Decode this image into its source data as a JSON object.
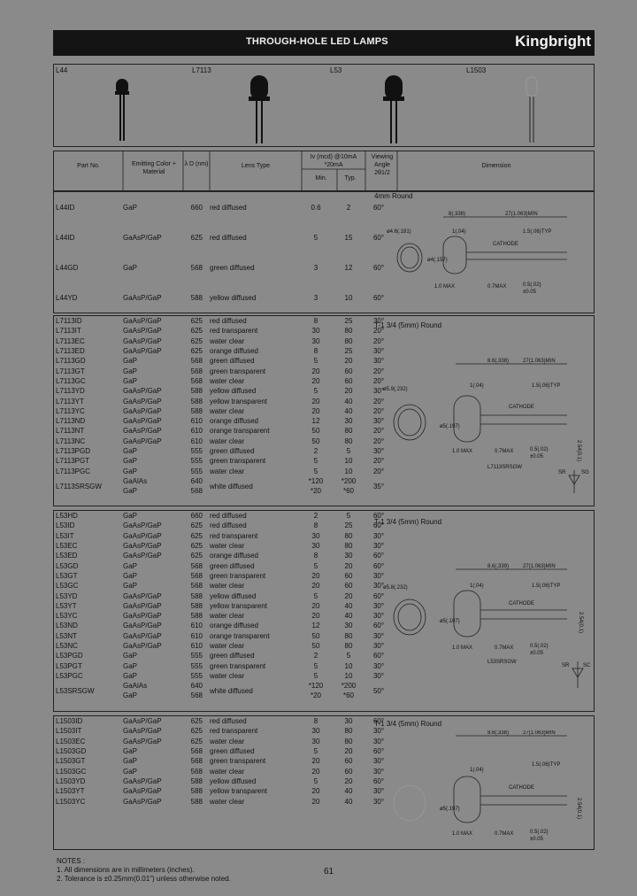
{
  "header": {
    "title": "THROUGH-HOLE LED LAMPS",
    "brand": "Kingbright"
  },
  "lamps": [
    "L44",
    "L7113",
    "L53",
    "L1503"
  ],
  "columns": {
    "part_no": "Part No.",
    "emitting": "Emitting Color + Material",
    "wavelength": "λ D (nm)",
    "lens": "Lens Type",
    "iv": "Iv (mcd) @10mA *20mA",
    "min": "Min.",
    "typ": "Typ.",
    "angle": "Viewing Angle 2θ1/2",
    "dimension": "Dimension"
  },
  "sections": [
    {
      "round": "4mm Round",
      "rows": [
        {
          "pn": "L44ID",
          "mat": "GaP",
          "wl": "660",
          "lens": "red diffused",
          "min": "0.6",
          "typ": "2",
          "ang": "60°"
        },
        {
          "pn": "L44ID",
          "mat": "GaAsP/GaP",
          "wl": "625",
          "lens": "red diffused",
          "min": "5",
          "typ": "15",
          "ang": "60°"
        },
        {
          "pn": "L44GD",
          "mat": "GaP",
          "wl": "568",
          "lens": "green diffused",
          "min": "3",
          "typ": "12",
          "ang": "60°"
        },
        {
          "pn": "L44YD",
          "mat": "GaAsP/GaP",
          "wl": "588",
          "lens": "yellow diffused",
          "min": "3",
          "typ": "10",
          "ang": "60°"
        }
      ],
      "dims": {
        "d1": "ø4.6(.181)",
        "d2": "8(.338)",
        "d3": "27(1.063)MIN",
        "d4": "1(.04)",
        "d5": "1.5(.06)TYP",
        "d6": "ø4(.157)",
        "d7": "CATHODE",
        "d8": "1.0 MAX",
        "d9": "0.7MAX",
        "d10": "0.5(.02)",
        "d11": "±0.05"
      }
    },
    {
      "round": "T-1 3/4 (5mm) Round",
      "rows": [
        {
          "pn": "L7113ID",
          "mat": "GaAsP/GaP",
          "wl": "625",
          "lens": "red diffused",
          "min": "8",
          "typ": "25",
          "ang": "30°"
        },
        {
          "pn": "L7113IT",
          "mat": "GaAsP/GaP",
          "wl": "625",
          "lens": "red transparent",
          "min": "30",
          "typ": "80",
          "ang": "20°"
        },
        {
          "pn": "L7113EC",
          "mat": "GaAsP/GaP",
          "wl": "625",
          "lens": "water clear",
          "min": "30",
          "typ": "80",
          "ang": "20°"
        },
        {
          "pn": "L7113ED",
          "mat": "GaAsP/GaP",
          "wl": "625",
          "lens": "orange diffused",
          "min": "8",
          "typ": "25",
          "ang": "30°"
        },
        {
          "pn": "L7113GD",
          "mat": "GaP",
          "wl": "568",
          "lens": "green diffused",
          "min": "5",
          "typ": "20",
          "ang": "30°"
        },
        {
          "pn": "L7113GT",
          "mat": "GaP",
          "wl": "568",
          "lens": "green transparent",
          "min": "20",
          "typ": "60",
          "ang": "20°"
        },
        {
          "pn": "L7113GC",
          "mat": "GaP",
          "wl": "568",
          "lens": "water clear",
          "min": "20",
          "typ": "60",
          "ang": "20°"
        },
        {
          "pn": "L7113YD",
          "mat": "GaAsP/GaP",
          "wl": "588",
          "lens": "yellow diffused",
          "min": "5",
          "typ": "20",
          "ang": "30°"
        },
        {
          "pn": "L7113YT",
          "mat": "GaAsP/GaP",
          "wl": "588",
          "lens": "yellow transparent",
          "min": "20",
          "typ": "40",
          "ang": "20°"
        },
        {
          "pn": "L7113YC",
          "mat": "GaAsP/GaP",
          "wl": "588",
          "lens": "water clear",
          "min": "20",
          "typ": "40",
          "ang": "20°"
        },
        {
          "pn": "L7113ND",
          "mat": "GaAsP/GaP",
          "wl": "610",
          "lens": "orange diffused",
          "min": "12",
          "typ": "30",
          "ang": "30°"
        },
        {
          "pn": "L7113NT",
          "mat": "GaAsP/GaP",
          "wl": "610",
          "lens": "orange transparent",
          "min": "50",
          "typ": "80",
          "ang": "20°"
        },
        {
          "pn": "L7113NC",
          "mat": "GaAsP/GaP",
          "wl": "610",
          "lens": "water clear",
          "min": "50",
          "typ": "80",
          "ang": "20°"
        },
        {
          "pn": "L7113PGD",
          "mat": "GaP",
          "wl": "555",
          "lens": "green diffused",
          "min": "2",
          "typ": "5",
          "ang": "30°"
        },
        {
          "pn": "L7113PGT",
          "mat": "GaP",
          "wl": "555",
          "lens": "green transparent",
          "min": "5",
          "typ": "10",
          "ang": "20°"
        },
        {
          "pn": "L7113PGC",
          "mat": "GaP",
          "wl": "555",
          "lens": "water clear",
          "min": "5",
          "typ": "10",
          "ang": "20°"
        }
      ],
      "bicolor": {
        "pn": "L7113SRSGW",
        "mat1": "GaAlAs",
        "mat2": "GaP",
        "wl1": "640",
        "wl2": "568",
        "lens": "white diffused",
        "min1": "*120",
        "min2": "*20",
        "typ1": "*200",
        "typ2": "*60",
        "ang": "35°"
      },
      "dims": {
        "d1": "ø5.9(.232)",
        "d2": "8.6(.338)",
        "d3": "27(1.063)MIN",
        "d4": "1(.04)",
        "d5": "1.5(.06)TYP",
        "d6": "ø5(.197)",
        "d7": "CATHODE",
        "d8": "1.0 MAX",
        "d9": "0.7MAX",
        "d10": "0.5(.02)",
        "d11": "±0.05",
        "d12": "2.54(0.1)",
        "d13": "L7113SRSGW",
        "d14": "SR",
        "d15": "SG"
      }
    },
    {
      "round": "T-1 3/4 (5mm) Round",
      "rows": [
        {
          "pn": "L53HD",
          "mat": "GaP",
          "wl": "660",
          "lens": "red diffused",
          "min": "2",
          "typ": "5",
          "ang": "60°"
        },
        {
          "pn": "L53ID",
          "mat": "GaAsP/GaP",
          "wl": "625",
          "lens": "red diffused",
          "min": "8",
          "typ": "25",
          "ang": "60°"
        },
        {
          "pn": "L53IT",
          "mat": "GaAsP/GaP",
          "wl": "625",
          "lens": "red transparent",
          "min": "30",
          "typ": "80",
          "ang": "30°"
        },
        {
          "pn": "L53EC",
          "mat": "GaAsP/GaP",
          "wl": "625",
          "lens": "water clear",
          "min": "30",
          "typ": "80",
          "ang": "30°"
        },
        {
          "pn": "L53ED",
          "mat": "GaAsP/GaP",
          "wl": "625",
          "lens": "orange diffused",
          "min": "8",
          "typ": "30",
          "ang": "60°"
        },
        {
          "pn": "L53GD",
          "mat": "GaP",
          "wl": "568",
          "lens": "green diffused",
          "min": "5",
          "typ": "20",
          "ang": "60°"
        },
        {
          "pn": "L53GT",
          "mat": "GaP",
          "wl": "568",
          "lens": "green transparent",
          "min": "20",
          "typ": "60",
          "ang": "30°"
        },
        {
          "pn": "L53GC",
          "mat": "GaP",
          "wl": "568",
          "lens": "water clear",
          "min": "20",
          "typ": "60",
          "ang": "30°"
        },
        {
          "pn": "L53YD",
          "mat": "GaAsP/GaP",
          "wl": "588",
          "lens": "yellow diffused",
          "min": "5",
          "typ": "20",
          "ang": "60°"
        },
        {
          "pn": "L53YT",
          "mat": "GaAsP/GaP",
          "wl": "588",
          "lens": "yellow transparent",
          "min": "20",
          "typ": "40",
          "ang": "30°"
        },
        {
          "pn": "L53YC",
          "mat": "GaAsP/GaP",
          "wl": "588",
          "lens": "water clear",
          "min": "20",
          "typ": "40",
          "ang": "30°"
        },
        {
          "pn": "L53ND",
          "mat": "GaAsP/GaP",
          "wl": "610",
          "lens": "orange diffused",
          "min": "12",
          "typ": "30",
          "ang": "60°"
        },
        {
          "pn": "L53NT",
          "mat": "GaAsP/GaP",
          "wl": "610",
          "lens": "orange transparent",
          "min": "50",
          "typ": "80",
          "ang": "30°"
        },
        {
          "pn": "L53NC",
          "mat": "GaAsP/GaP",
          "wl": "610",
          "lens": "water clear",
          "min": "50",
          "typ": "80",
          "ang": "30°"
        },
        {
          "pn": "L53PGD",
          "mat": "GaP",
          "wl": "555",
          "lens": "green diffused",
          "min": "2",
          "typ": "5",
          "ang": "60°"
        },
        {
          "pn": "L53PGT",
          "mat": "GaP",
          "wl": "555",
          "lens": "green transparent",
          "min": "5",
          "typ": "10",
          "ang": "30°"
        },
        {
          "pn": "L53PGC",
          "mat": "GaP",
          "wl": "555",
          "lens": "water clear",
          "min": "5",
          "typ": "10",
          "ang": "30°"
        }
      ],
      "bicolor": {
        "pn": "L53SRSGW",
        "mat1": "GaAlAs",
        "mat2": "GaP",
        "wl1": "640",
        "wl2": "568",
        "lens": "white diffused",
        "min1": "*120",
        "min2": "*20",
        "typ1": "*200",
        "typ2": "*60",
        "ang": "50°"
      },
      "dims": {
        "d1": "ø5.8(.232)",
        "d2": "8.6(.339)",
        "d3": "27(1.063)MIN",
        "d4": "1(.04)",
        "d5": "1.5(.06)TYP",
        "d6": "ø5(.197)",
        "d7": "CATHODE",
        "d8": "1.0 MAX",
        "d9": "0.7MAX",
        "d10": "0.5(.02)",
        "d11": "±0.05",
        "d12": "2.54(0.1)",
        "d13": "L53SRSGW",
        "d14": "SR",
        "d15": "SC"
      }
    },
    {
      "round": "T-1 3/4 (5mm) Round",
      "rows": [
        {
          "pn": "L1503ID",
          "mat": "GaAsP/GaP",
          "wl": "625",
          "lens": "red diffused",
          "min": "8",
          "typ": "30",
          "ang": "60°"
        },
        {
          "pn": "L1503IT",
          "mat": "GaAsP/GaP",
          "wl": "625",
          "lens": "red transparent",
          "min": "30",
          "typ": "80",
          "ang": "30°"
        },
        {
          "pn": "L1503EC",
          "mat": "GaAsP/GaP",
          "wl": "625",
          "lens": "water clear",
          "min": "30",
          "typ": "80",
          "ang": "30°"
        },
        {
          "pn": "L1503GD",
          "mat": "GaP",
          "wl": "568",
          "lens": "green diffused",
          "min": "5",
          "typ": "20",
          "ang": "60°"
        },
        {
          "pn": "L1503GT",
          "mat": "GaP",
          "wl": "568",
          "lens": "green transparent",
          "min": "20",
          "typ": "60",
          "ang": "30°"
        },
        {
          "pn": "L1503GC",
          "mat": "GaP",
          "wl": "568",
          "lens": "water clear",
          "min": "20",
          "typ": "60",
          "ang": "30°"
        },
        {
          "pn": "L1503YD",
          "mat": "GaAsP/GaP",
          "wl": "588",
          "lens": "yellow diffused",
          "min": "5",
          "typ": "20",
          "ang": "60°"
        },
        {
          "pn": "L1503YT",
          "mat": "GaAsP/GaP",
          "wl": "588",
          "lens": "yellow transparent",
          "min": "20",
          "typ": "40",
          "ang": "30°"
        },
        {
          "pn": "L1503YC",
          "mat": "GaAsP/GaP",
          "wl": "588",
          "lens": "water clear",
          "min": "20",
          "typ": "40",
          "ang": "30°"
        }
      ],
      "dims": {
        "d1": "",
        "d2": "8.6(.338)",
        "d3": "27(1.063)MIN",
        "d4": "1(.04)",
        "d5": "1.5(.06)TYP",
        "d6": "ø5(.197)",
        "d7": "CATHODE",
        "d8": "1.0 MAX",
        "d9": "0.7MAX",
        "d10": "0.5(.02)",
        "d11": "±0.05",
        "d12": "2.54(0.1)"
      }
    }
  ],
  "notes": {
    "title": "NOTES :",
    "n1": "1. All dimensions are in millimeters (inches).",
    "n2": "2. Tolerance is ±0.25mm(0.01\") unless otherwise noted."
  },
  "page_number": "61"
}
